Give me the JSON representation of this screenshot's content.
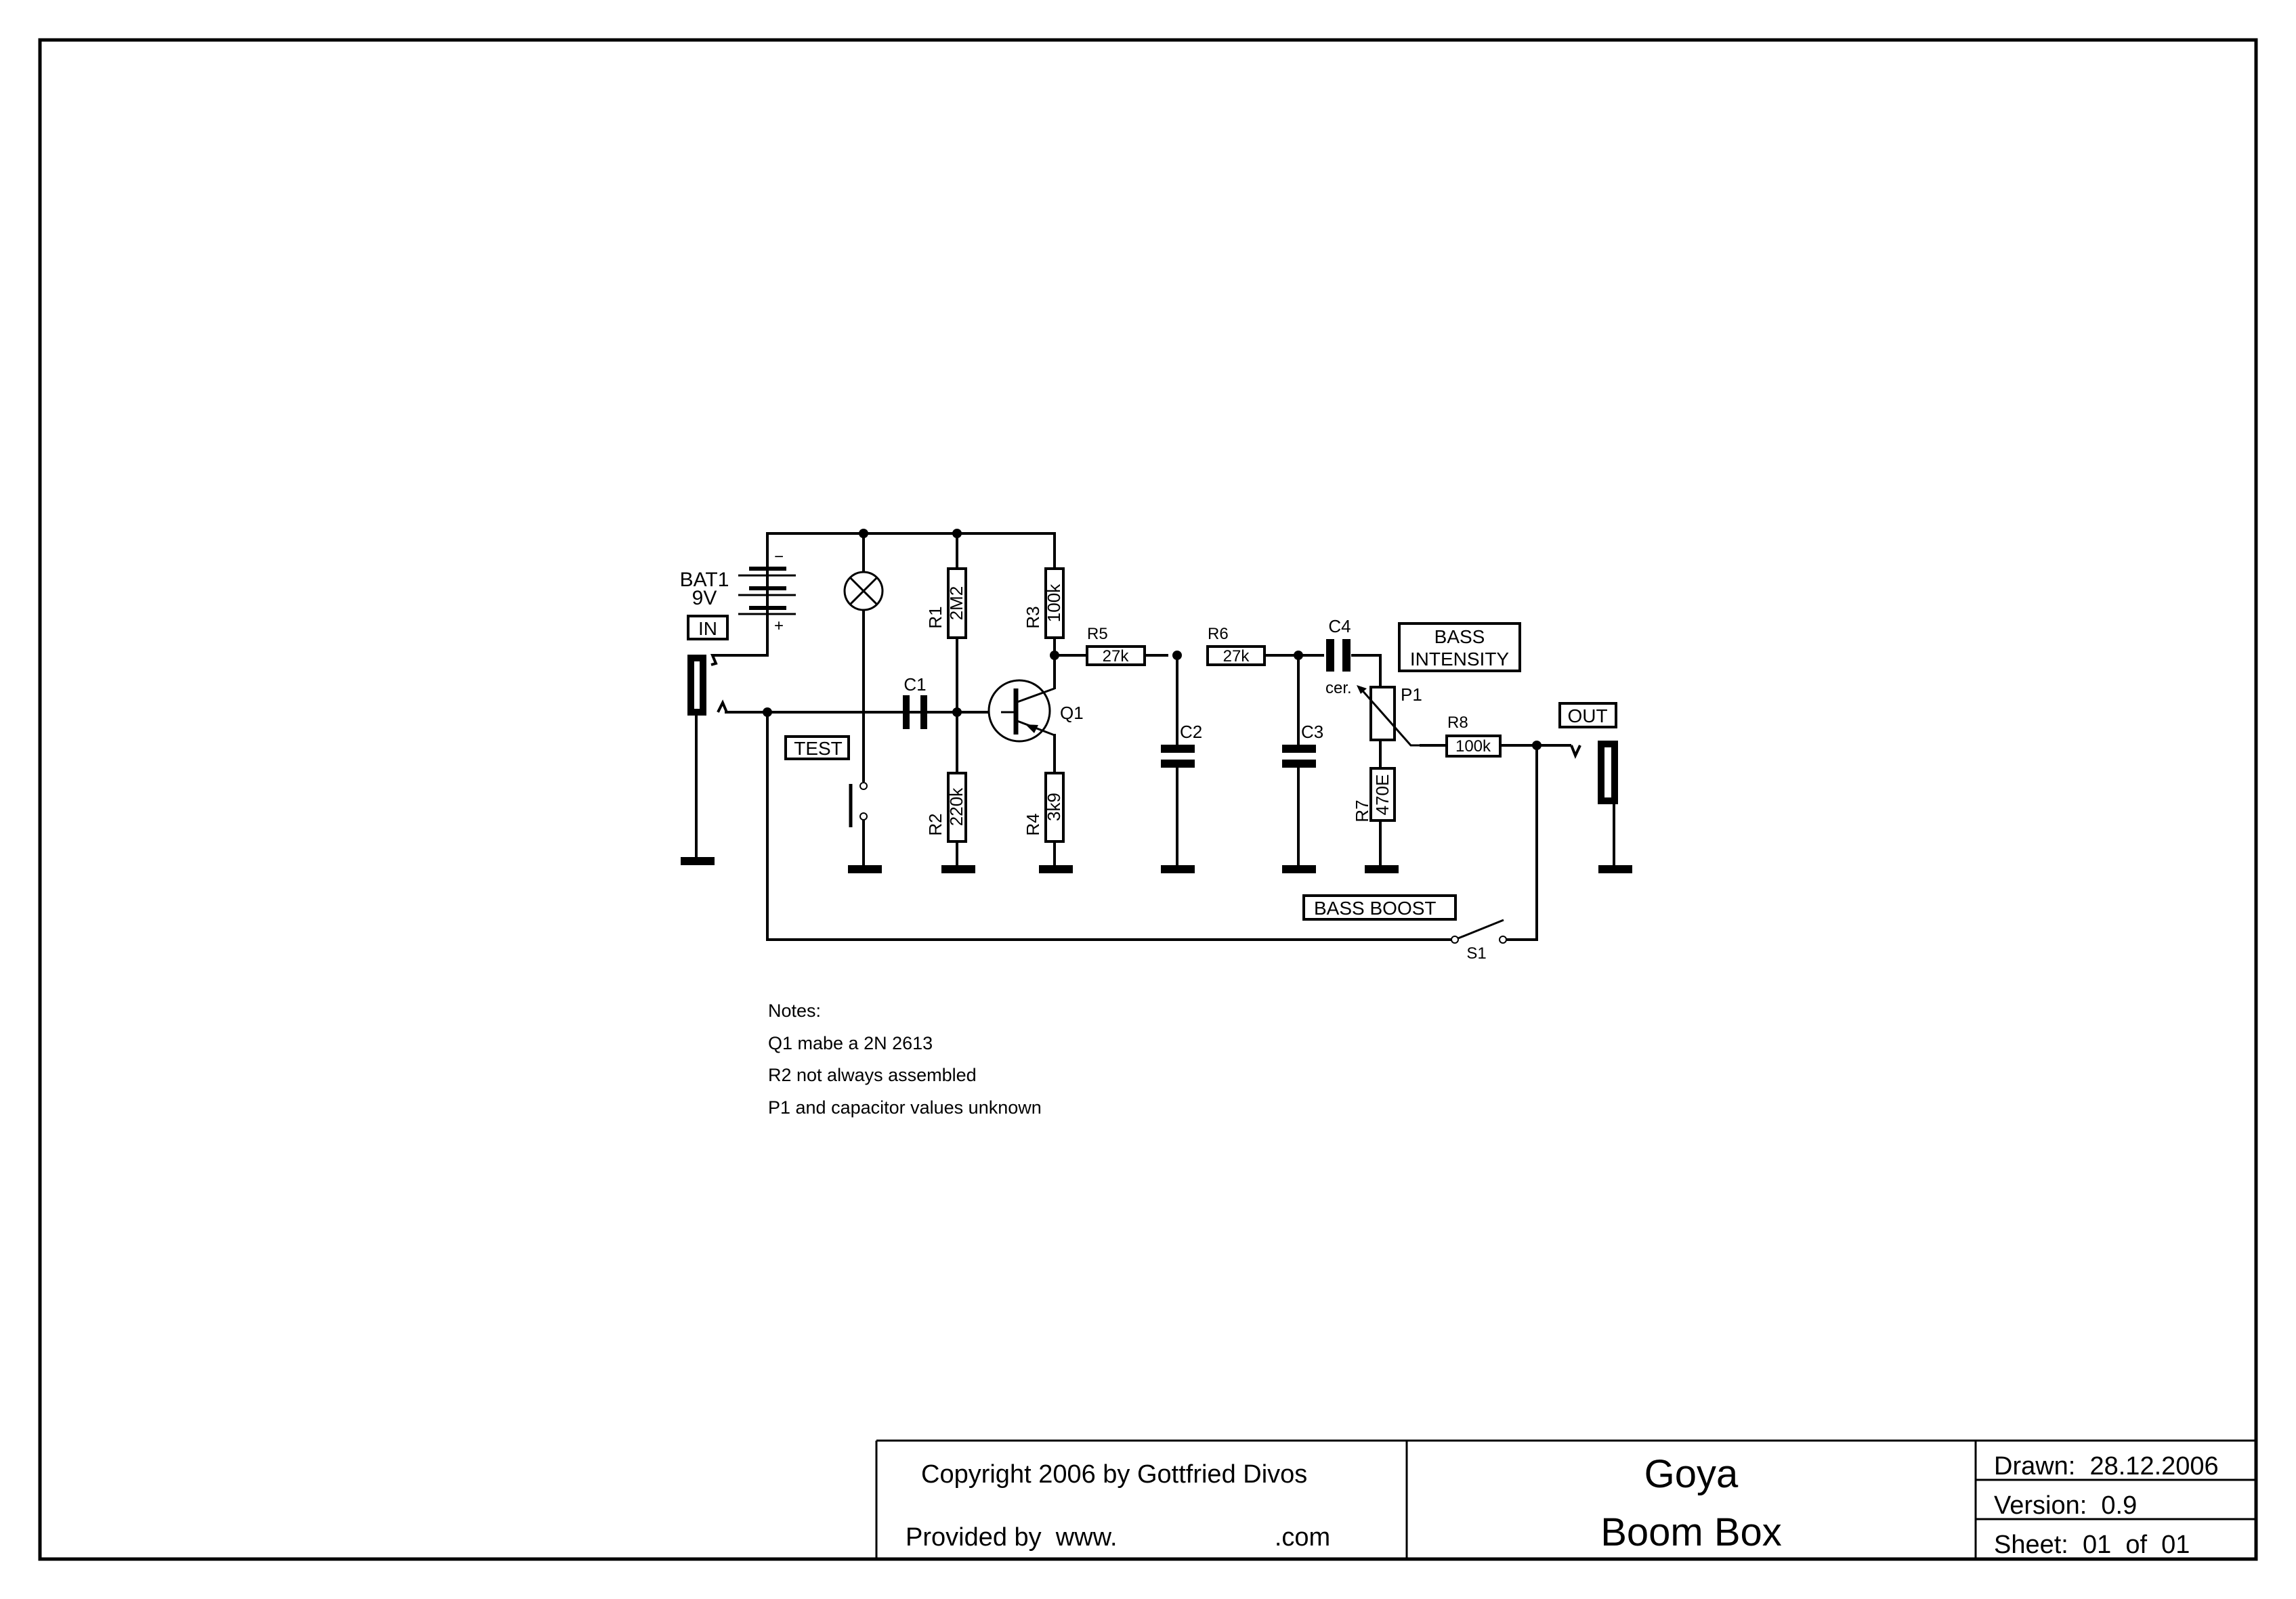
{
  "title_block": {
    "copyright": "Copyright 2006 by Gottfried Divos",
    "provided_by": "Provided by  www.                      .com",
    "title_line1": "Goya",
    "title_line2": "Boom Box",
    "drawn": "Drawn:  28.12.2006",
    "version": "Version:  0.9",
    "sheet": "Sheet:  01  of  01"
  },
  "components": {
    "bat1": {
      "ref": "BAT1",
      "value": "9V",
      "minus": "−",
      "plus": "+"
    },
    "in_jack_label": "IN",
    "out_jack_label": "OUT",
    "test_label": "TEST",
    "bass_intensity_label_1": "BASS",
    "bass_intensity_label_2": "INTENSITY",
    "bass_boost_label": "BASS BOOST",
    "c1": "C1",
    "c2": "C2",
    "c3": "C3",
    "c4": "C4",
    "c4_type": "cer.",
    "q1": "Q1",
    "p1": "P1",
    "s1": "S1",
    "r1": {
      "ref": "R1",
      "value": "2M2"
    },
    "r2": {
      "ref": "R2",
      "value": "220k"
    },
    "r3": {
      "ref": "R3",
      "value": "100k"
    },
    "r4": {
      "ref": "R4",
      "value": "3k9"
    },
    "r5": {
      "ref": "R5",
      "value": "27k"
    },
    "r6": {
      "ref": "R6",
      "value": "27k"
    },
    "r7": {
      "ref": "R7",
      "value": "470E"
    },
    "r8": {
      "ref": "R8",
      "value": "100k"
    }
  },
  "notes": {
    "heading": "Notes:",
    "lines": [
      "Q1 mabe a 2N 2613",
      "R2 not always assembled",
      "P1 and capacitor values unknown"
    ]
  }
}
